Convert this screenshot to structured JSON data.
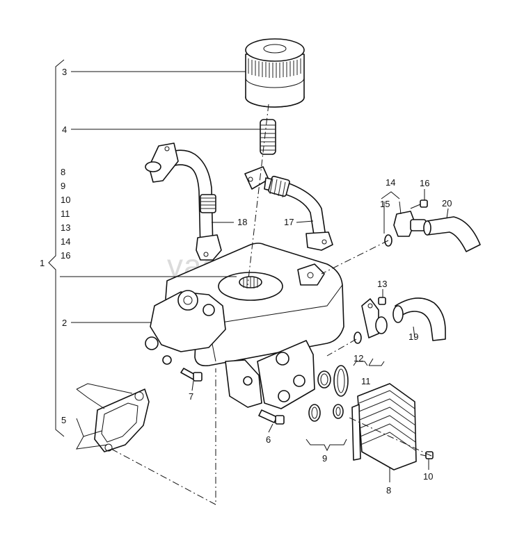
{
  "watermark": "vagtec.ru",
  "callouts": {
    "c1": "1",
    "c2": "2",
    "c3": "3",
    "c4": "4",
    "c5": "5",
    "c6": "6",
    "c7": "7",
    "c8": "8",
    "c9": "9",
    "c10": "10",
    "c11": "11",
    "c12": "12",
    "c13": "13",
    "c14": "14",
    "c15": "15",
    "c16": "16",
    "c17": "17",
    "c18": "18",
    "c19": "19",
    "c20": "20"
  },
  "group_list": [
    "8",
    "9",
    "10",
    "11",
    "13",
    "14",
    "16"
  ]
}
